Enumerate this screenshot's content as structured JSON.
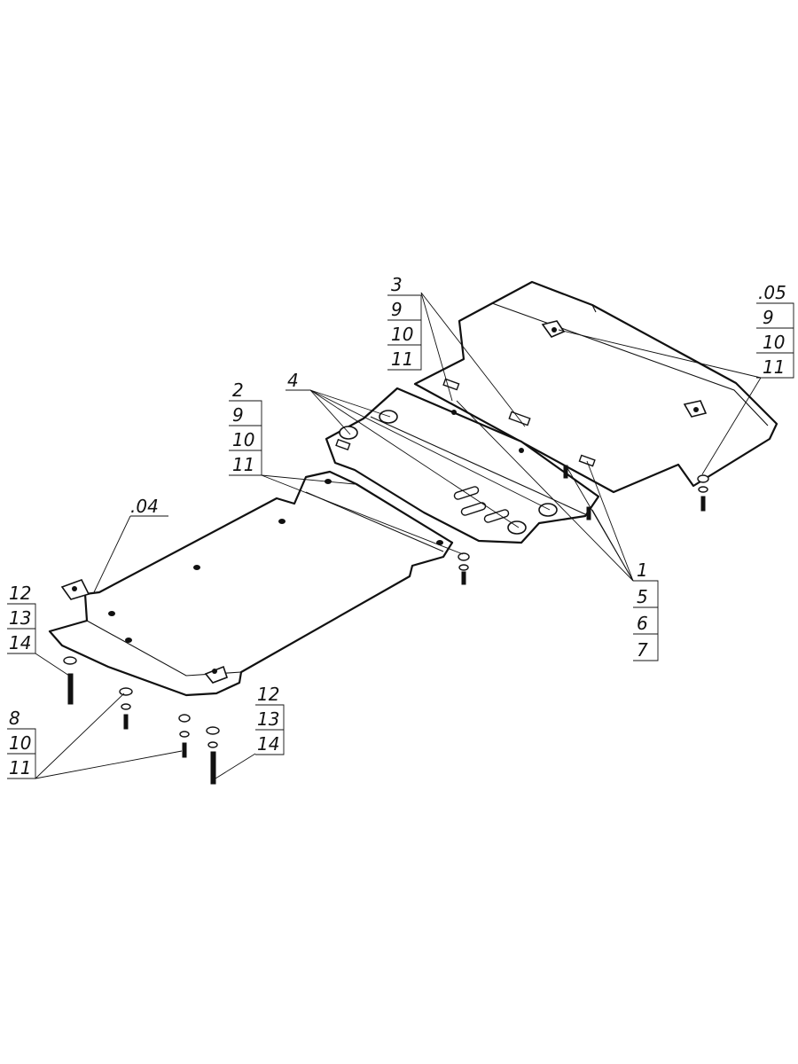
{
  "callouts": {
    "top_mid": [
      "3",
      "9",
      "10",
      "11"
    ],
    "top_right": [
      ".05",
      "9",
      "10",
      "11"
    ],
    "top_four": [
      "4"
    ],
    "mid_left": [
      "2",
      "9",
      "10",
      "11"
    ],
    "center_right": [
      "1",
      "5",
      "6",
      "7"
    ],
    "part_04": [
      ".04"
    ],
    "left_a": [
      "12",
      "13",
      "14"
    ],
    "left_b": [
      "8",
      "10",
      "11"
    ],
    "bottom_mid": [
      "12",
      "13",
      "14"
    ]
  }
}
